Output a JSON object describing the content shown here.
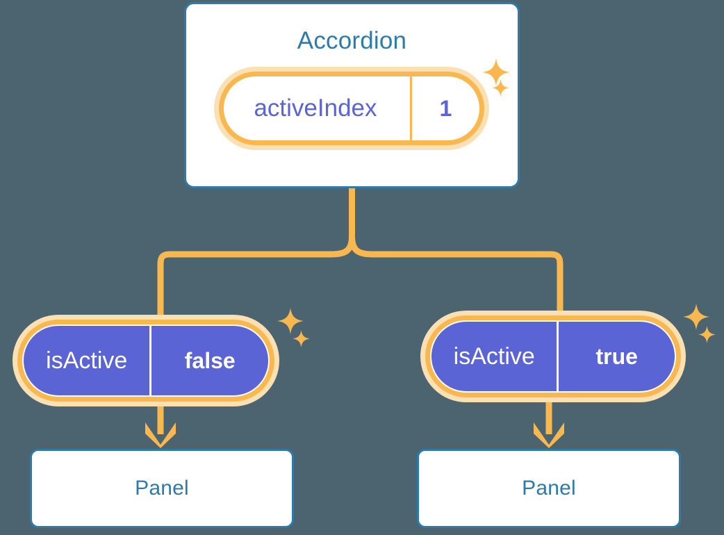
{
  "diagram": {
    "title_text": "Accordion",
    "background_color": "#4c6470",
    "accent_orange": "#f9b84f",
    "accent_orange_pale": "#fbe0b4",
    "accent_blue": "#2e7aab",
    "accent_purple": "#5b64d4"
  },
  "root": {
    "label": "Accordion",
    "state": {
      "key": "activeIndex",
      "value": "1"
    }
  },
  "children": [
    {
      "state": {
        "key": "isActive",
        "value": "false"
      },
      "panel_label": "Panel"
    },
    {
      "state": {
        "key": "isActive",
        "value": "true"
      },
      "panel_label": "Panel"
    }
  ],
  "icons": {
    "sparkle": "sparkle-icon",
    "arrow_down": "arrow-down-icon",
    "branch": "branch-connector"
  }
}
